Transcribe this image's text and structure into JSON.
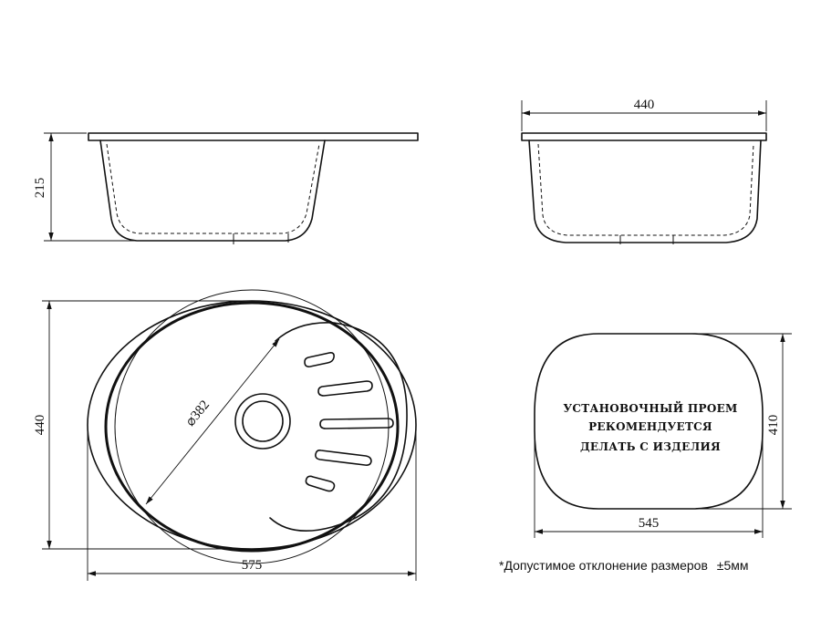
{
  "dimensions": {
    "side_height": "215",
    "front_width": "440",
    "top_height": "440",
    "top_width": "575",
    "bowl_diameter": "⌀382",
    "cutout_height": "410",
    "cutout_width": "545"
  },
  "cutout_note": {
    "line1": "УСТАНОВОЧНЫЙ ПРОЕМ",
    "line2": "РЕКОМЕНДУЕТСЯ",
    "line3": "ДЕЛАТЬ С ИЗДЕЛИЯ"
  },
  "footnote": {
    "text": "*Допустимое отклонение размеров",
    "tolerance": "±5мм"
  }
}
